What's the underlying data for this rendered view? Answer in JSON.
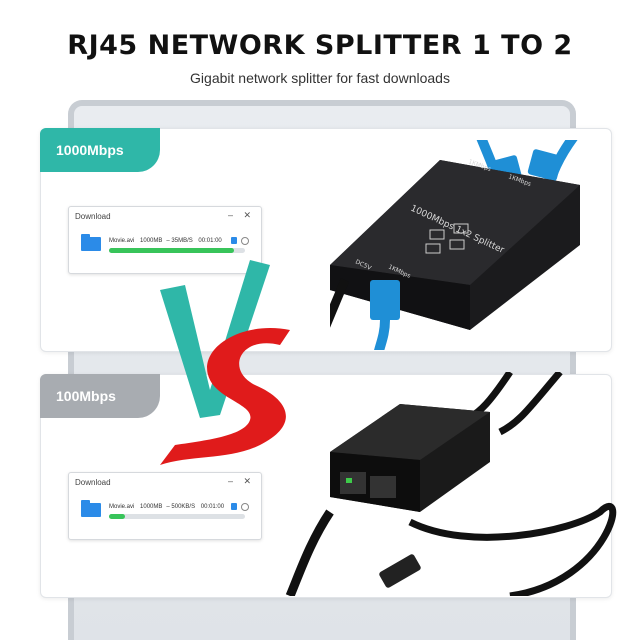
{
  "header": {
    "title": "RJ45 NETWORK SPLITTER 1 TO 2",
    "subtitle": "Gigabit network splitter for fast downloads"
  },
  "panels": {
    "fast": {
      "tag": "1000Mbps",
      "download": {
        "title": "Download",
        "controls": "– ✕",
        "filename": "Movie.avi",
        "size": "1000MB",
        "speed": "35MB/S",
        "time": "00:01:00",
        "progress": 0.92
      }
    },
    "slow": {
      "tag": "100Mbps",
      "download": {
        "title": "Download",
        "controls": "– ✕",
        "filename": "Movie.avi",
        "size": "1000MB",
        "speed": "500KB/S",
        "time": "00:01:00",
        "progress": 0.12
      }
    }
  },
  "vs": {
    "text": "VS",
    "v_color": "#2fb7a8",
    "s_color": "#e01b1b"
  },
  "device": {
    "label": "1000Mbps 1x2 Splitter",
    "port_out_1": "1KMbps",
    "port_out_2": "1KMbps",
    "port_power": "DC5V",
    "port_in": "1KMbps",
    "cable_color": "#1f8fd6"
  },
  "colors": {
    "accent": "#2fb7a8",
    "gray_tag": "#a8acb1",
    "progress": "#38c45a",
    "folder": "#2b8be8"
  }
}
